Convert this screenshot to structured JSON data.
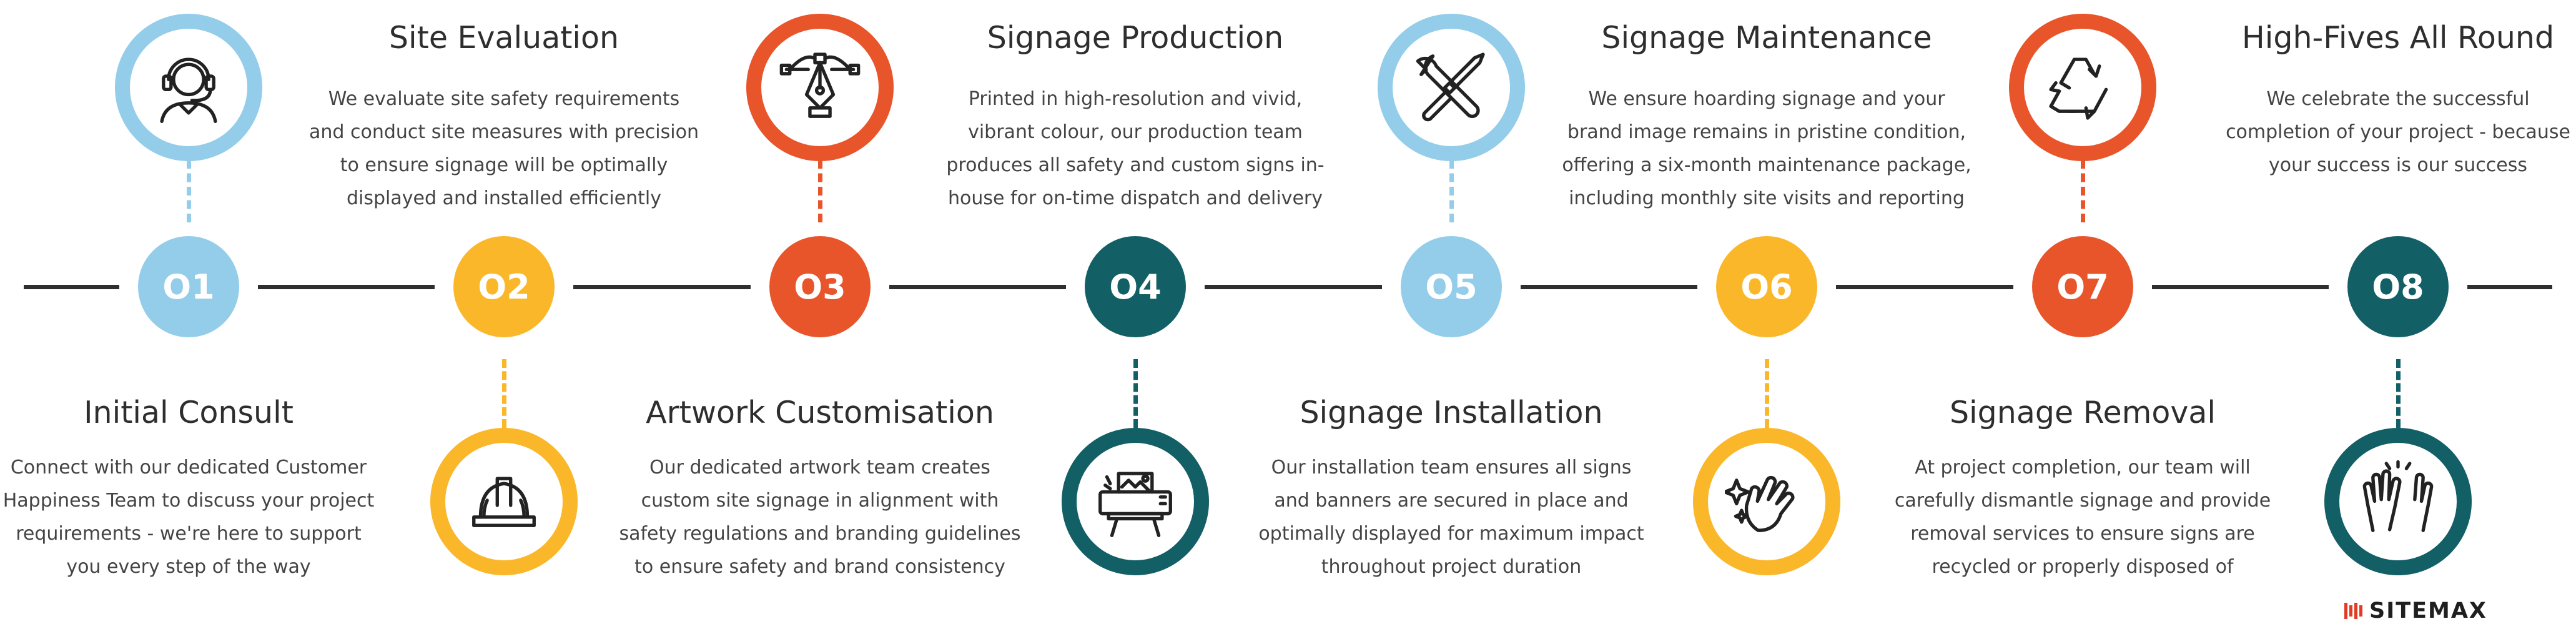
{
  "colors": {
    "light_blue": "#93cdea",
    "yellow": "#fbb72a",
    "orange": "#e8552b",
    "teal": "#135f66",
    "line": "#2f2f2f",
    "logo_red": "#e13b24"
  },
  "steps": [
    {
      "number": "O1",
      "title": "Initial Consult",
      "color": "#93cdea",
      "icon": "headset-agent-icon",
      "lines": [
        "Connect with our dedicated Customer",
        "Happiness Team to discuss your project",
        "requirements - we're here to support",
        "you every step of the way"
      ]
    },
    {
      "number": "O2",
      "title": "Site Evaluation",
      "color": "#fbb72a",
      "icon": "hard-hat-icon",
      "lines": [
        "We evaluate site safety requirements",
        "and conduct site measures with precision",
        "to ensure signage will be optimally",
        "displayed and installed efficiently"
      ]
    },
    {
      "number": "O3",
      "title": "Artwork Customisation",
      "color": "#e8552b",
      "icon": "pen-tool-icon",
      "lines": [
        "Our dedicated artwork team creates",
        "custom site signage in alignment with",
        "safety regulations and branding guidelines",
        "to ensure safety and brand consistency"
      ]
    },
    {
      "number": "O4",
      "title": "Signage Production",
      "color": "#135f66",
      "icon": "large-format-printer-icon",
      "lines": [
        "Printed in high-resolution and vivid,",
        "vibrant colour, our production team",
        "produces all safety and custom signs in-",
        "house for on-time dispatch and delivery"
      ]
    },
    {
      "number": "O5",
      "title": "Signage Installation",
      "color": "#93cdea",
      "icon": "wrench-screwdriver-icon",
      "lines": [
        "Our installation team ensures all signs",
        "and banners are secured in place and",
        "optimally displayed for maximum impact",
        "throughout project duration"
      ]
    },
    {
      "number": "O6",
      "title": "Signage Maintenance",
      "color": "#fbb72a",
      "icon": "cleaning-hand-sparkle-icon",
      "lines": [
        "We ensure hoarding signage and your",
        "brand image remains in pristine condition,",
        "offering a six-month maintenance package,",
        "including monthly site visits and reporting"
      ]
    },
    {
      "number": "O7",
      "title": "Signage Removal",
      "color": "#e8552b",
      "icon": "recycle-icon",
      "lines": [
        "At project completion, our team will",
        "carefully dismantle signage and provide",
        "removal services to ensure signs are",
        "recycled or properly disposed of"
      ]
    },
    {
      "number": "O8",
      "title": "High-Fives All Round",
      "color": "#135f66",
      "icon": "high-five-icon",
      "lines": [
        "We celebrate the successful",
        "completion of your project - because",
        "your success is our success"
      ]
    }
  ],
  "logo": {
    "text": "SITEMAX",
    "icon": "sitemax-logo-icon"
  }
}
